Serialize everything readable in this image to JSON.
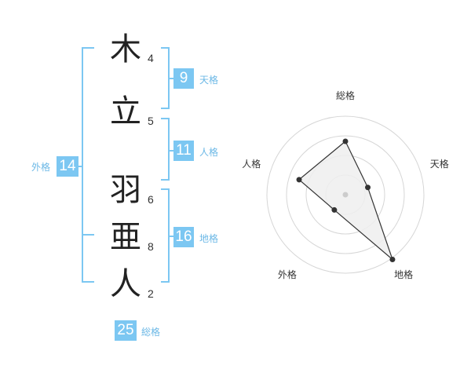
{
  "name": {
    "characters": [
      {
        "char": "木",
        "strokes": "4"
      },
      {
        "char": "立",
        "strokes": "5"
      },
      {
        "char": "羽",
        "strokes": "6"
      },
      {
        "char": "亜",
        "strokes": "8"
      },
      {
        "char": "人",
        "strokes": "2"
      }
    ]
  },
  "fortunes": {
    "tenkaku": {
      "value": "9",
      "label": "天格"
    },
    "jinkaku": {
      "value": "11",
      "label": "人格"
    },
    "chikaku": {
      "value": "16",
      "label": "地格"
    },
    "gaikaku": {
      "value": "14",
      "label": "外格"
    },
    "soukaku": {
      "value": "25",
      "label": "総格"
    }
  },
  "colors": {
    "accent": "#7cc7f2",
    "label_text": "#6cb8e6",
    "polygon_fill": "#efefef",
    "ring": "#d6d6d6"
  },
  "chart_data": {
    "type": "radar",
    "axes": [
      "総格",
      "天格",
      "地格",
      "外格",
      "人格"
    ],
    "scale_max": 5,
    "rings": 4,
    "values": [
      3.4,
      1.5,
      5.1,
      1.2,
      3.1
    ]
  }
}
